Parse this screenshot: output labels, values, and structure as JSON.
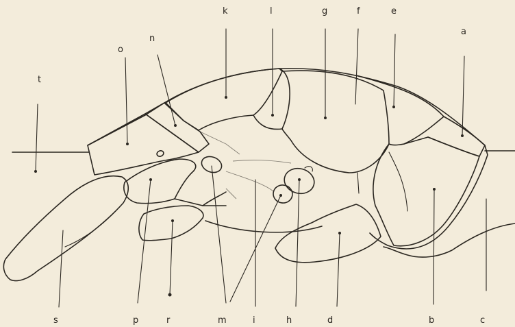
{
  "labels": {
    "a": "a",
    "b": "b",
    "c": "c",
    "d": "d",
    "e": "e",
    "f": "f",
    "g": "g",
    "h": "h",
    "i": "i",
    "k": "k",
    "l": "l",
    "m": "m",
    "n": "n",
    "o": "o",
    "p": "p",
    "r": "r",
    "s": "s",
    "t": "t"
  },
  "colors": {
    "paper": "#f3ecdb",
    "ink": "#2a2620"
  }
}
